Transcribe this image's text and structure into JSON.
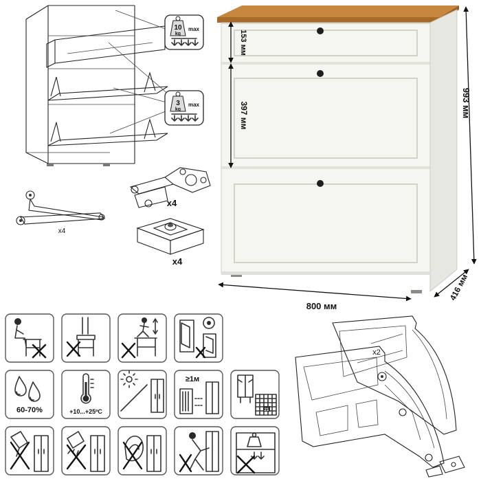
{
  "dimensions": {
    "top_drawer_height": "153 мм",
    "flap_height": "397 мм",
    "total_height": "993 мм",
    "width": "800 мм",
    "depth": "416 мм"
  },
  "load": {
    "drawer_load_value": "10",
    "flap_load_value": "3",
    "unit": "kg",
    "max_label": "max"
  },
  "hardware": {
    "stay_qty": "x4",
    "hinge_qty": "x4",
    "foot_qty": "x4",
    "mechanism_qty": "x2"
  },
  "care": {
    "humidity": "60-70%",
    "temperature": "+10...+25ºC",
    "distance": "≥1м",
    "calendar_day": "21"
  },
  "colors": {
    "cabinet_body": "#f4f4ee",
    "worktop": "#c8873e",
    "handle": "#1e1e1e",
    "line": "#222222"
  }
}
